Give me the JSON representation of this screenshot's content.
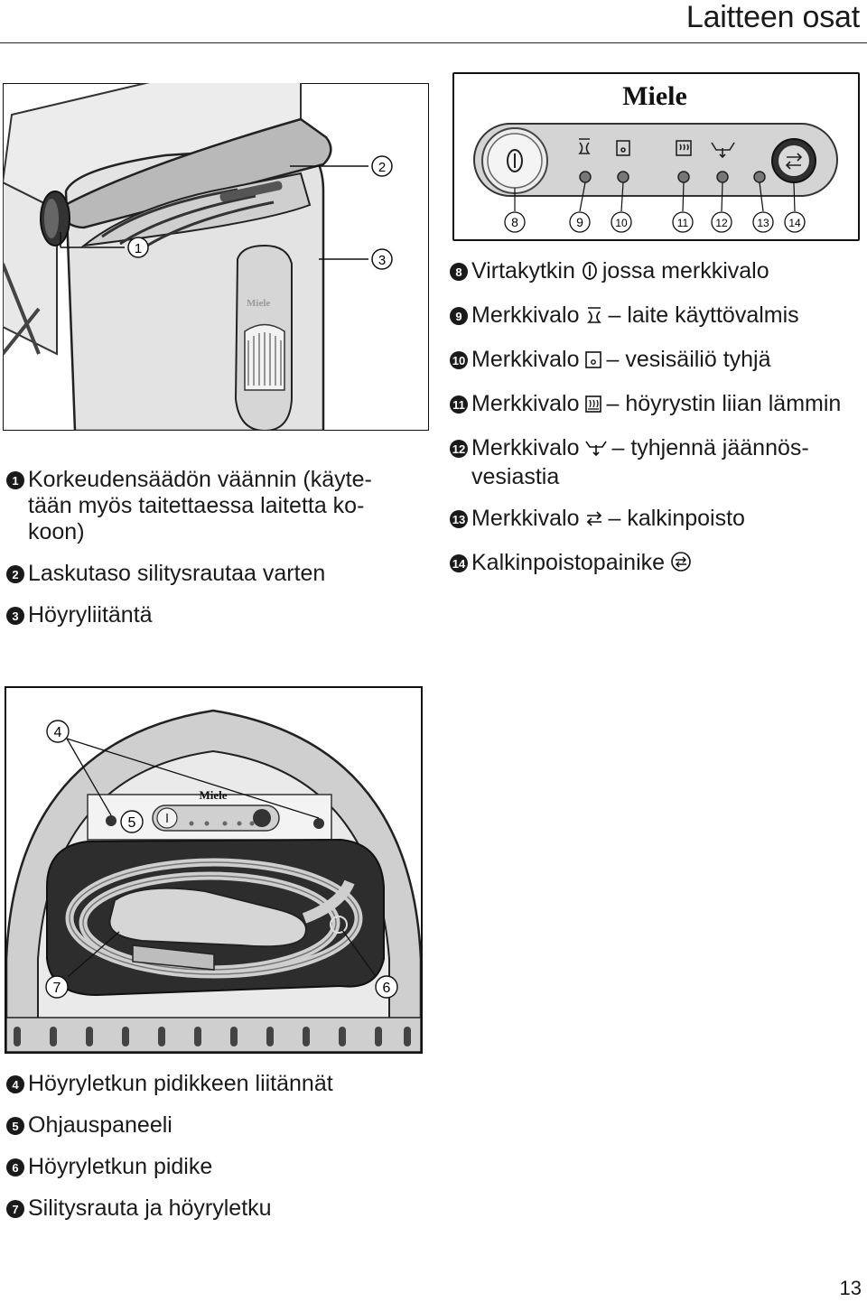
{
  "header": {
    "title": "Laitteen osat"
  },
  "figures": {
    "machine": {
      "callouts": [
        "1",
        "2",
        "3"
      ],
      "brand": "Miele"
    },
    "panel": {
      "brand": "Miele",
      "callouts": [
        "8",
        "9",
        "10",
        "11",
        "12",
        "13",
        "14"
      ]
    },
    "tray": {
      "brand": "Miele",
      "callouts": [
        "4",
        "5",
        "6",
        "7"
      ]
    }
  },
  "legend_left": [
    {
      "num": "1",
      "text": "Korkeudensäädön väännin (käyte-tään myös taitettaessa laitetta ko-koon)"
    },
    {
      "num": "2",
      "text": "Laskutaso silitysrautaa varten"
    },
    {
      "num": "3",
      "text": "Höyryliitäntä"
    }
  ],
  "legend_right": [
    {
      "num": "8",
      "pre": "Virtakytkin",
      "icon": "power-icon",
      "post": "jossa merkkivalo"
    },
    {
      "num": "9",
      "pre": "Merkkivalo",
      "icon": "steam-ready-icon",
      "post": "– laite käyttövalmis"
    },
    {
      "num": "10",
      "pre": "Merkkivalo",
      "icon": "water-tank-icon",
      "post": "– vesisäiliö tyhjä"
    },
    {
      "num": "11",
      "pre": "Merkkivalo",
      "icon": "overheat-icon",
      "post": "– höyrystin liian lämmin"
    },
    {
      "num": "12",
      "pre": "Merkkivalo",
      "icon": "drain-icon",
      "post": "– tyhjennä jäännös-vesiastia"
    },
    {
      "num": "13",
      "pre": "Merkkivalo",
      "icon": "descale-icon",
      "post": "– kalkinpoisto"
    },
    {
      "num": "14",
      "pre": "Kalkinpoistopainike",
      "icon": "descale-button-icon",
      "post": ""
    }
  ],
  "legend_bottom": [
    {
      "num": "4",
      "text": "Höyryletkun pidikkeen liitännät"
    },
    {
      "num": "5",
      "text": "Ohjauspaneeli"
    },
    {
      "num": "6",
      "text": "Höyryletkun pidike"
    },
    {
      "num": "7",
      "text": "Silitysrauta ja höyryletku"
    }
  ],
  "footer": {
    "page_number": "13"
  }
}
